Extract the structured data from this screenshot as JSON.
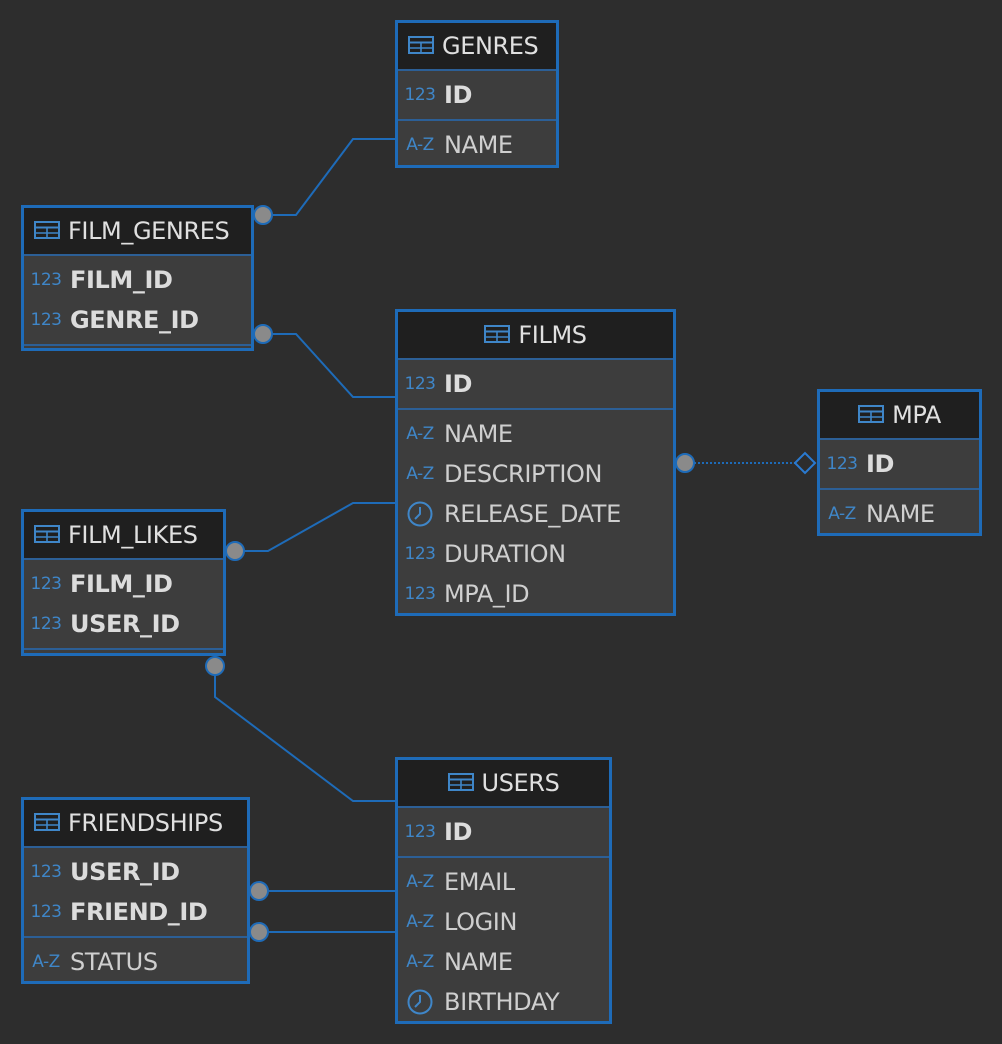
{
  "colors": {
    "background": "#2d2d2d",
    "entity_border": "#1e6bb8",
    "header_bg": "#1f1f1f",
    "body_bg": "#3d3d3d",
    "connector": "#1e6bb8",
    "endpoint": "#8a8a8a",
    "type_icon": "#3f86c8"
  },
  "icons": {
    "table": "table-grid-icon",
    "numeric": "123",
    "text": "A-Z",
    "date": "clock-icon"
  },
  "entities": {
    "genres": {
      "title": "GENRES",
      "columns": [
        {
          "name": "ID",
          "type": "123",
          "key": true
        },
        {
          "name": "NAME",
          "type": "A-Z",
          "key": false
        }
      ]
    },
    "film_genres": {
      "title": "FILM_GENRES",
      "columns": [
        {
          "name": "FILM_ID",
          "type": "123",
          "key": true
        },
        {
          "name": "GENRE_ID",
          "type": "123",
          "key": true
        }
      ]
    },
    "films": {
      "title": "FILMS",
      "columns": [
        {
          "name": "ID",
          "type": "123",
          "key": true
        },
        {
          "name": "NAME",
          "type": "A-Z",
          "key": false
        },
        {
          "name": "DESCRIPTION",
          "type": "A-Z",
          "key": false
        },
        {
          "name": "RELEASE_DATE",
          "type": "date",
          "key": false
        },
        {
          "name": "DURATION",
          "type": "123",
          "key": false
        },
        {
          "name": "MPA_ID",
          "type": "123",
          "key": false
        }
      ]
    },
    "mpa": {
      "title": "MPA",
      "columns": [
        {
          "name": "ID",
          "type": "123",
          "key": true
        },
        {
          "name": "NAME",
          "type": "A-Z",
          "key": false
        }
      ]
    },
    "film_likes": {
      "title": "FILM_LIKES",
      "columns": [
        {
          "name": "FILM_ID",
          "type": "123",
          "key": true
        },
        {
          "name": "USER_ID",
          "type": "123",
          "key": true
        }
      ]
    },
    "users": {
      "title": "USERS",
      "columns": [
        {
          "name": "ID",
          "type": "123",
          "key": true
        },
        {
          "name": "EMAIL",
          "type": "A-Z",
          "key": false
        },
        {
          "name": "LOGIN",
          "type": "A-Z",
          "key": false
        },
        {
          "name": "NAME",
          "type": "A-Z",
          "key": false
        },
        {
          "name": "BIRTHDAY",
          "type": "date",
          "key": false
        }
      ]
    },
    "friendships": {
      "title": "FRIENDSHIPS",
      "columns": [
        {
          "name": "USER_ID",
          "type": "123",
          "key": true
        },
        {
          "name": "FRIEND_ID",
          "type": "123",
          "key": true
        },
        {
          "name": "STATUS",
          "type": "A-Z",
          "key": false
        }
      ]
    }
  },
  "relationships": [
    {
      "from": "FILM_GENRES",
      "to": "GENRES",
      "style": "solid"
    },
    {
      "from": "FILM_GENRES",
      "to": "FILMS",
      "style": "solid"
    },
    {
      "from": "FILM_LIKES",
      "to": "FILMS",
      "style": "solid"
    },
    {
      "from": "FILM_LIKES",
      "to": "USERS",
      "style": "solid"
    },
    {
      "from": "FRIENDSHIPS",
      "to": "USERS",
      "style": "solid"
    },
    {
      "from": "FRIENDSHIPS",
      "to": "USERS",
      "style": "solid"
    },
    {
      "from": "FILMS",
      "to": "MPA",
      "style": "dotted"
    }
  ]
}
